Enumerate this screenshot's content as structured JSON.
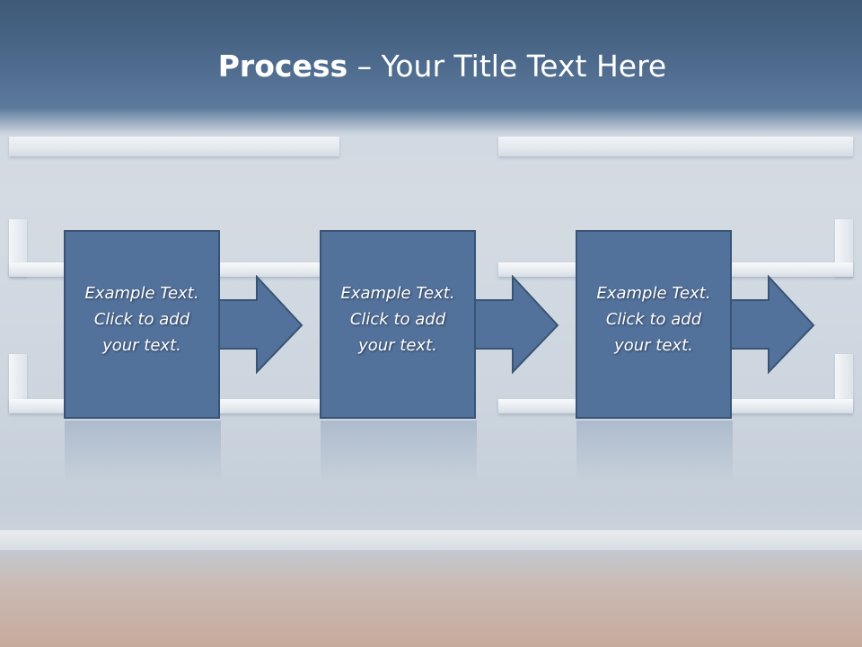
{
  "slide": {
    "title_bold": "Process",
    "title_rest": " – Your Title Text Here"
  },
  "steps": [
    {
      "line1": "Example Text.",
      "line2": "Click  to add",
      "line3": "your text."
    },
    {
      "line1": "Example Text.",
      "line2": "Click  to add",
      "line3": "your text."
    },
    {
      "line1": "Example Text.",
      "line2": "Click  to add",
      "line3": "your text."
    }
  ],
  "colors": {
    "header": "#4d6a8c",
    "step_fill": "#52719b",
    "step_border": "#3a5373",
    "text": "#ffffff"
  }
}
